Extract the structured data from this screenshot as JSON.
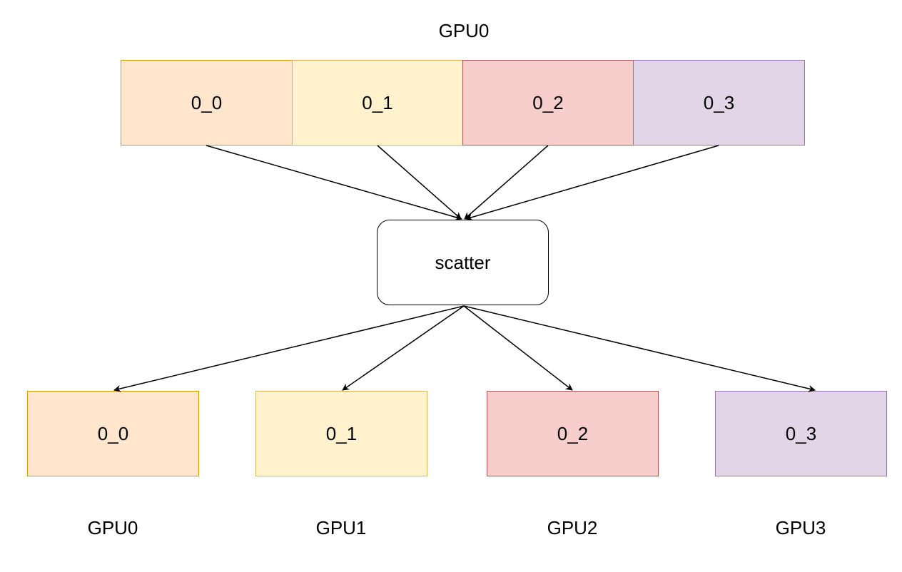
{
  "source": {
    "label": "GPU0",
    "chunks": [
      {
        "text": "0_0",
        "color": "orange"
      },
      {
        "text": "0_1",
        "color": "yellow"
      },
      {
        "text": "0_2",
        "color": "red"
      },
      {
        "text": "0_3",
        "color": "purple"
      }
    ]
  },
  "operation": "scatter",
  "targets": [
    {
      "chunk": "0_0",
      "gpu": "GPU0",
      "color": "orange"
    },
    {
      "chunk": "0_1",
      "gpu": "GPU1",
      "color": "yellow"
    },
    {
      "chunk": "0_2",
      "gpu": "GPU2",
      "color": "red"
    },
    {
      "chunk": "0_3",
      "gpu": "GPU3",
      "color": "purple"
    }
  ],
  "colors": {
    "orange": {
      "fill": "#ffe6cc",
      "stroke": "#d79b00"
    },
    "yellow": {
      "fill": "#fff2cc",
      "stroke": "#d6b656"
    },
    "red": {
      "fill": "#f8cecc",
      "stroke": "#b85450"
    },
    "purple": {
      "fill": "#e1d5e7",
      "stroke": "#9673a6"
    }
  }
}
